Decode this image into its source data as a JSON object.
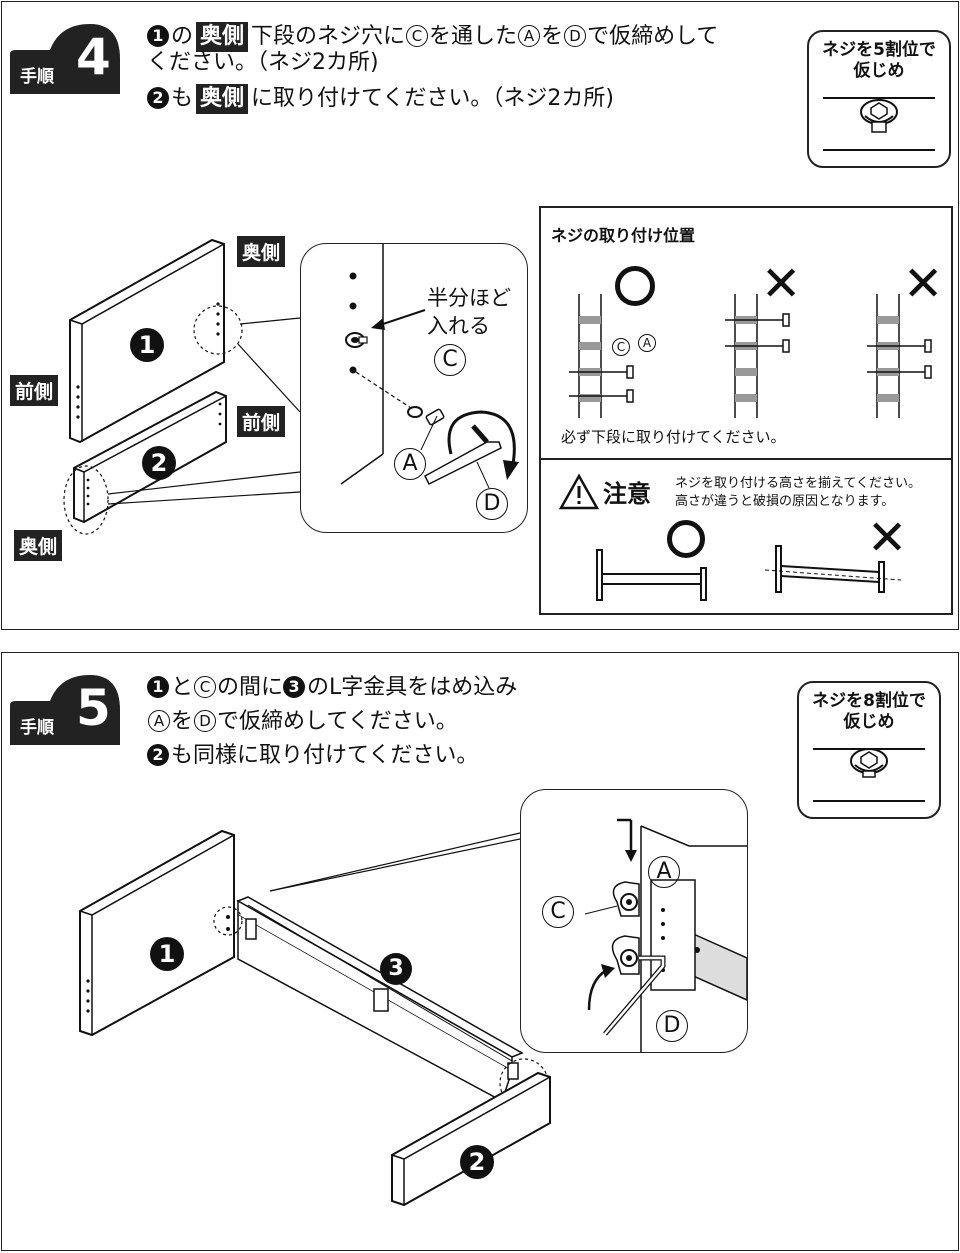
{
  "step4": {
    "badge_small": "手順",
    "badge_num": "4",
    "line1_a": "の",
    "line1_tag": "奥側",
    "line1_b": "下段のネジ穴に",
    "line1_c": "を通した",
    "line1_d": "を",
    "line1_e": "で仮締めして",
    "line2": "ください。（ネジ2カ所)",
    "line3_a": "も",
    "line3_tag": "奥側",
    "line3_b": "に取り付けてください。（ネジ2カ所)",
    "screw_line1": "ネジを5割位で",
    "screw_line2": "仮じめ",
    "tag_back_1": "奥側",
    "tag_front_1": "前側",
    "tag_front_2": "前側",
    "tag_back_2": "奥側",
    "zoom_note_1": "半分ほど",
    "zoom_note_2": "入れる",
    "info_title": "ネジの取り付け位置",
    "info_note": "必ず下段に取り付けてください。",
    "caution_title": "注意",
    "caution_line1": "ネジを取り付ける高さを揃えてください。",
    "caution_line2": "高さが違うと破損の原因となります。"
  },
  "step5": {
    "badge_small": "手順",
    "badge_num": "5",
    "line1_a": "と",
    "line1_b": "の間に",
    "line1_c": "のL字金具をはめ込み",
    "line2_a": "を",
    "line2_b": "で仮締めしてください。",
    "line3": "も同様に取り付けてください。",
    "screw_line1": "ネジを8割位で",
    "screw_line2": "仮じめ"
  },
  "marks": {
    "n1": "1",
    "n2": "2",
    "n3": "3",
    "a": "A",
    "c": "C",
    "d": "D"
  }
}
